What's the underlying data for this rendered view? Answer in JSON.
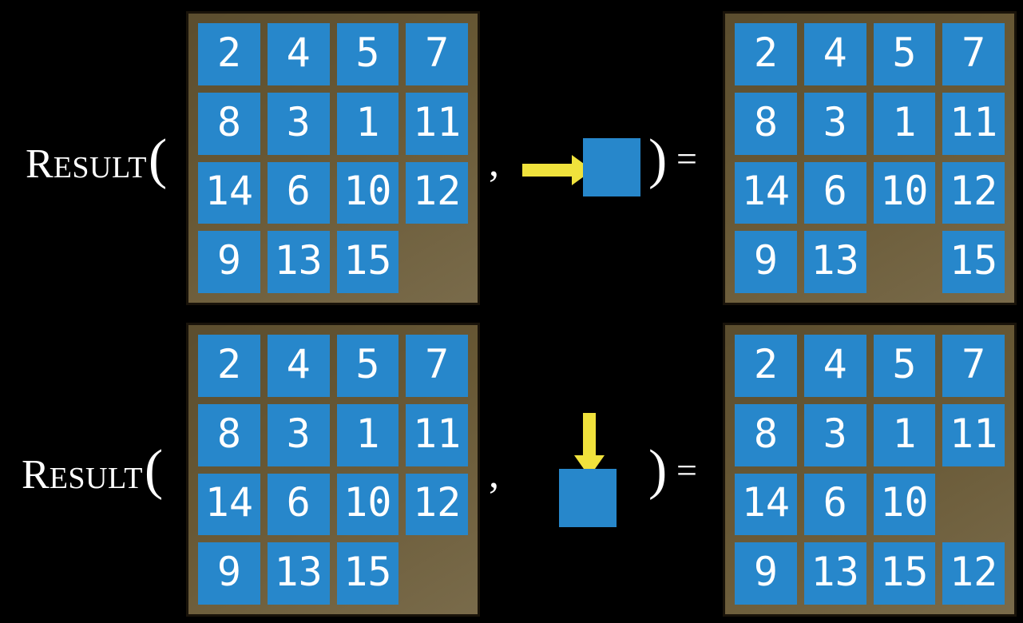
{
  "colors": {
    "tile-blue": "#2787CB",
    "board-brown": "#6A5A36",
    "board-border": "#19130A",
    "arrow-yellow": "#F0E23C",
    "text-white": "#FFFFFF",
    "background-black": "#000000"
  },
  "examples": [
    {
      "label": {
        "lead": "R",
        "rest": "ESULT",
        "open_paren": "(",
        "comma": ",",
        "close_paren": ")",
        "equals": "="
      },
      "move": {
        "direction": "right",
        "icon": "arrow-right-icon"
      },
      "before_grid": [
        [
          2,
          4,
          5,
          7
        ],
        [
          8,
          3,
          1,
          11
        ],
        [
          14,
          6,
          10,
          12
        ],
        [
          9,
          13,
          15,
          null
        ]
      ],
      "after_grid": [
        [
          2,
          4,
          5,
          7
        ],
        [
          8,
          3,
          1,
          11
        ],
        [
          14,
          6,
          10,
          12
        ],
        [
          9,
          13,
          null,
          15
        ]
      ]
    },
    {
      "label": {
        "lead": "R",
        "rest": "ESULT",
        "open_paren": "(",
        "comma": ",",
        "close_paren": ")",
        "equals": "="
      },
      "move": {
        "direction": "down",
        "icon": "arrow-down-icon"
      },
      "before_grid": [
        [
          2,
          4,
          5,
          7
        ],
        [
          8,
          3,
          1,
          11
        ],
        [
          14,
          6,
          10,
          12
        ],
        [
          9,
          13,
          15,
          null
        ]
      ],
      "after_grid": [
        [
          2,
          4,
          5,
          7
        ],
        [
          8,
          3,
          1,
          11
        ],
        [
          14,
          6,
          10,
          null
        ],
        [
          9,
          13,
          15,
          12
        ]
      ]
    }
  ]
}
